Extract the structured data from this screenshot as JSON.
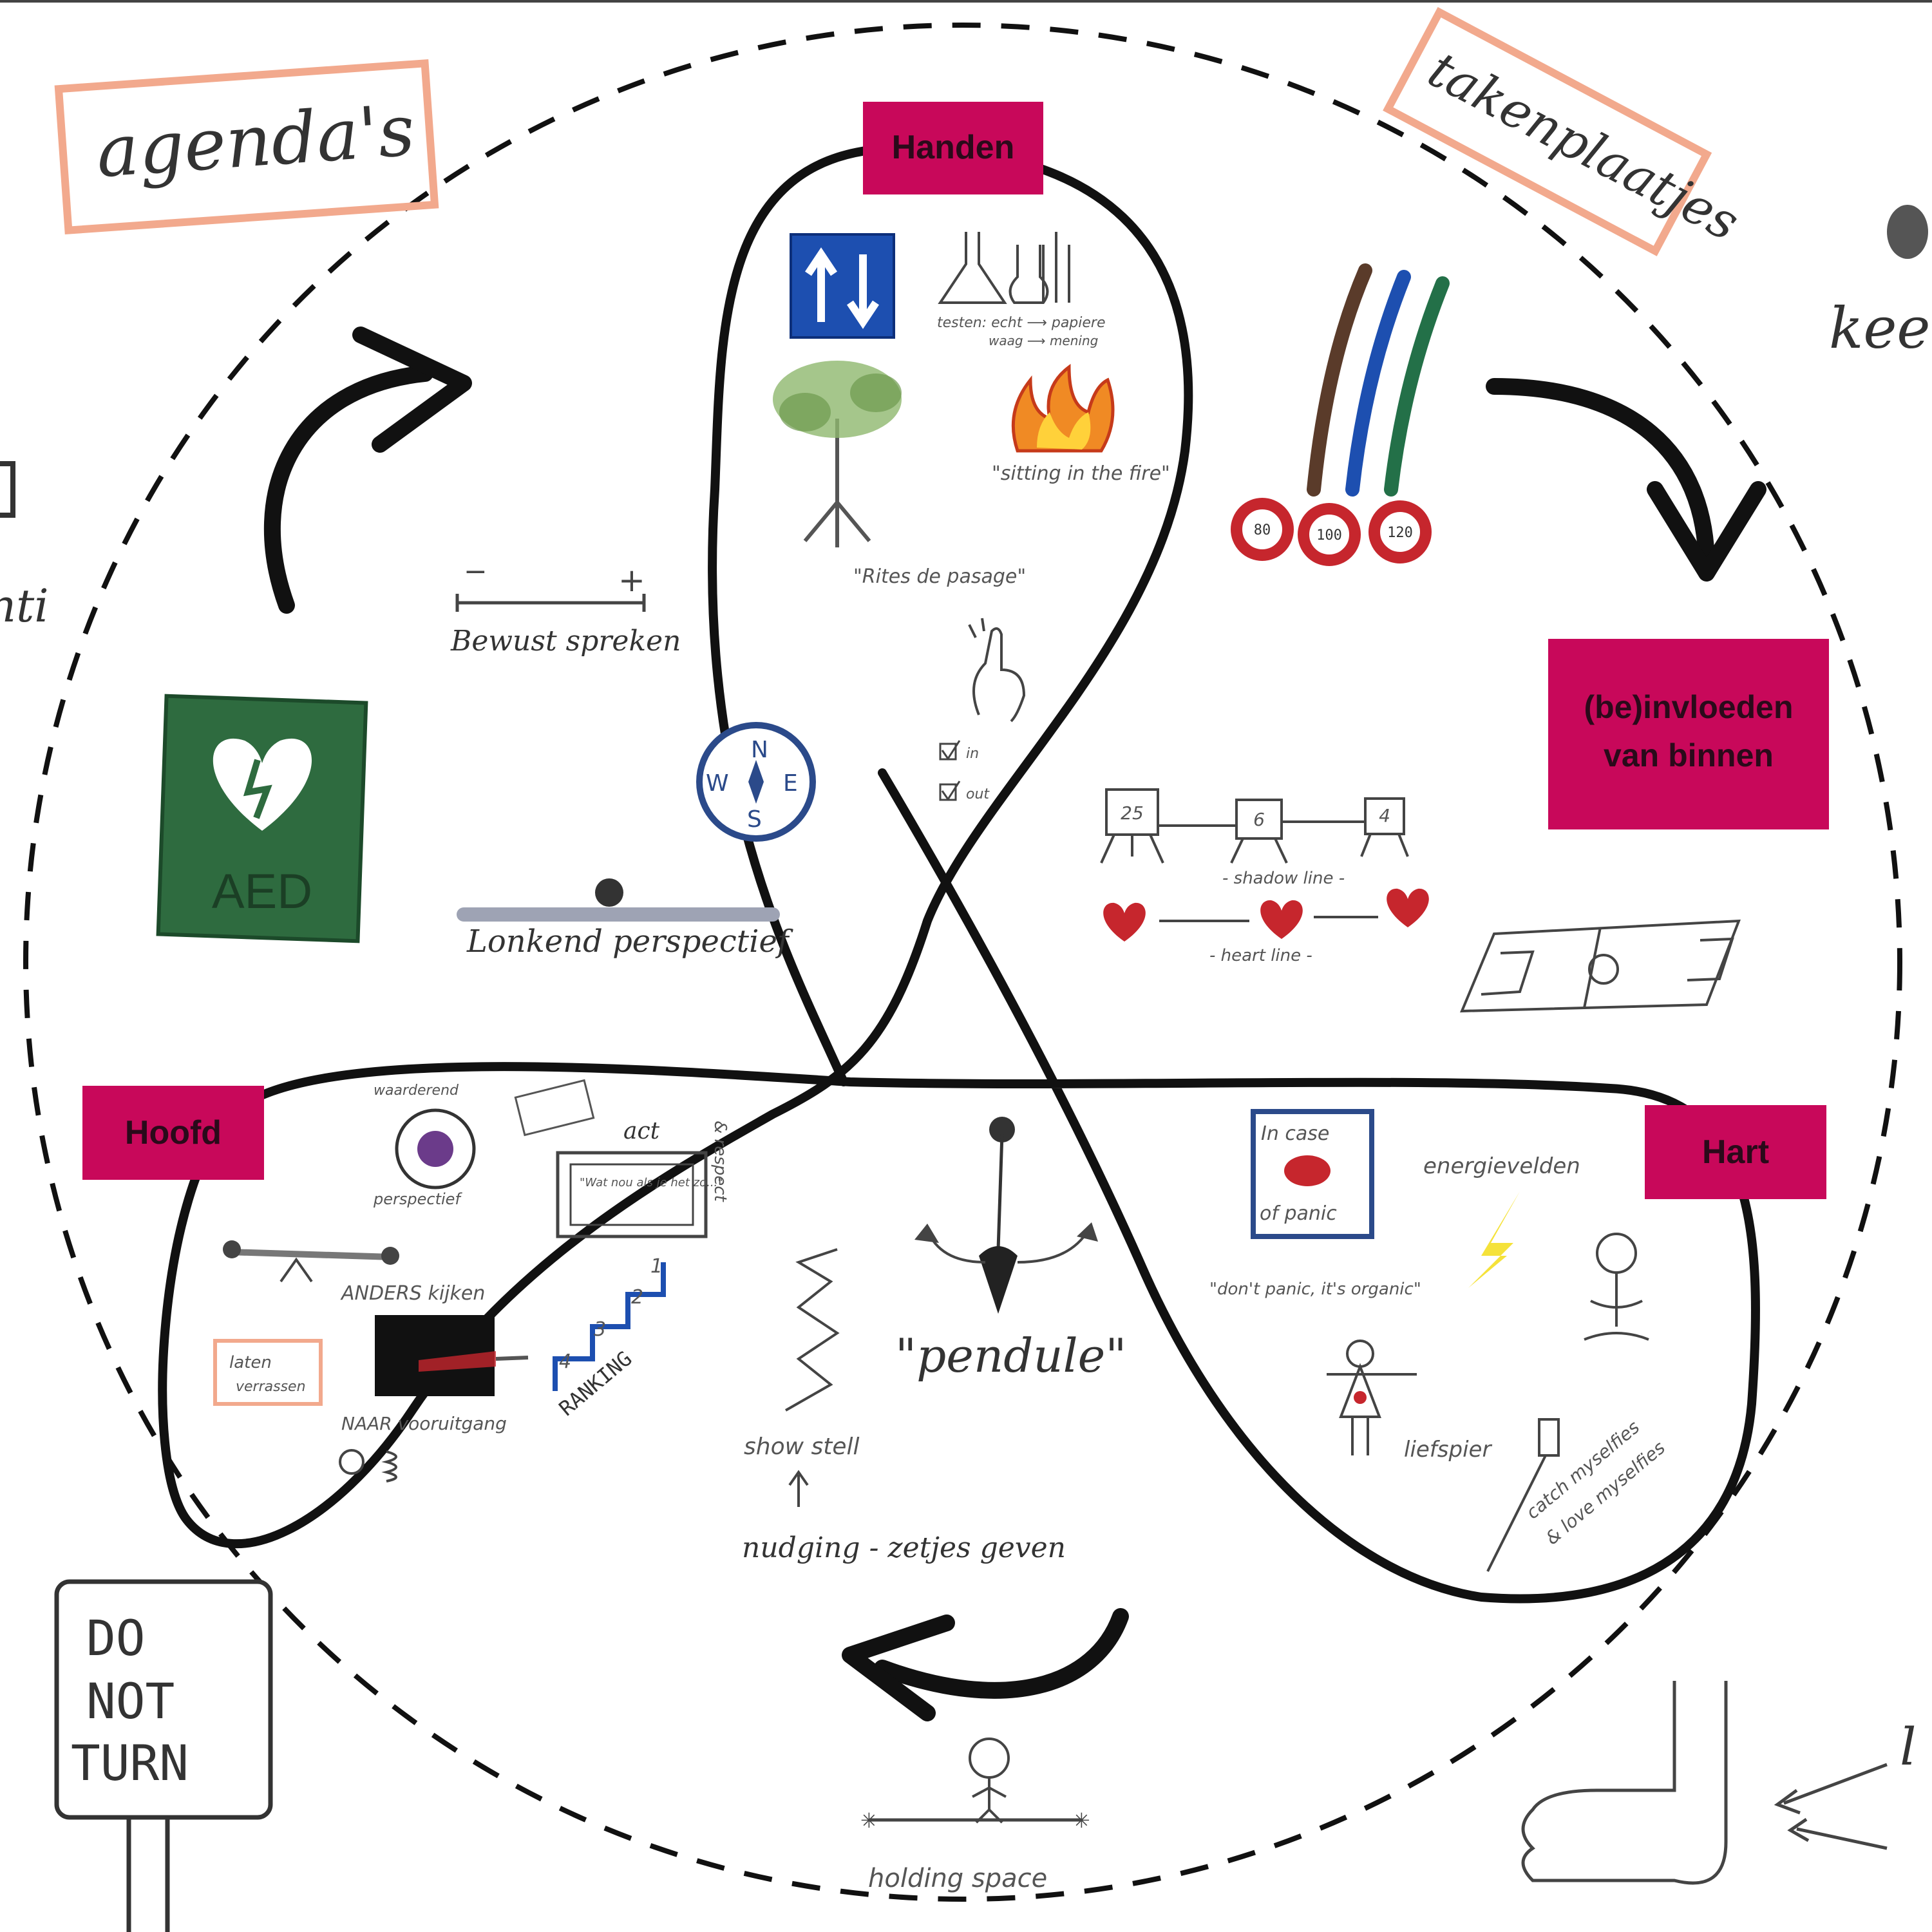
{
  "labels": {
    "handen": "Handen",
    "hoofd": "Hoofd",
    "hart": "Hart",
    "beinvloeden_1": "(be)invloeden",
    "beinvloeden_2": "van binnen"
  },
  "corner_notes": {
    "agendas": "agenda's",
    "takenplaatjes": "takenplaatjes",
    "right_edge": "keen",
    "left_edge": "nti"
  },
  "handen_items": {
    "testen": "testen: echt ⟶ papiere",
    "testen_sub": "waag ⟶ mening",
    "fire": "\"sitting in the fire\"",
    "rites": "\"Rites de pasage\"",
    "in": "in",
    "out": "out"
  },
  "hoofd_items": {
    "bewust": "Bewust spreken",
    "lonkend": "Lonkend perspectief",
    "aed": "AED",
    "waarderend_top": "waarderend",
    "waarderend_bottom": "perspectief",
    "act": "act",
    "respect": "& respect",
    "frame_quote": "\"Wat nou als je het zo...\"",
    "anders": "ANDERS kijken",
    "laten_1": "laten",
    "laten_2": "verrassen",
    "naar": "NAAR vooruitgang",
    "ranking": "RANKING",
    "steps": [
      "1",
      "2",
      "3",
      "4"
    ]
  },
  "hart_items": {
    "shadow": "- shadow line -",
    "heart": "- heart line -",
    "easel_nums": [
      "25",
      "6",
      "4"
    ],
    "in_case": "In case",
    "of_panic": "of panic",
    "energie": "energievelden",
    "dont_panic": "\"don't panic, it's organic\"",
    "liefspier": "liefspier",
    "catch": "catch myselfies",
    "love": "& love myselfies"
  },
  "center_items": {
    "pendule": "\"pendule\"",
    "show": "show stell",
    "nudging": "nudging - zetjes geven",
    "holding": "holding space"
  },
  "signs": {
    "do": "DO",
    "not": "NOT",
    "turn": "TURN",
    "speed": [
      "80",
      "100",
      "120"
    ]
  },
  "colors": {
    "tag": "#c8085a",
    "ink": "#111111",
    "aed_green": "#2e6b3f",
    "road_blue": "#1d4fb0",
    "compass_blue": "#2b4a8a",
    "heart_red": "#c6262d",
    "frame_orange": "#f2a98d"
  }
}
